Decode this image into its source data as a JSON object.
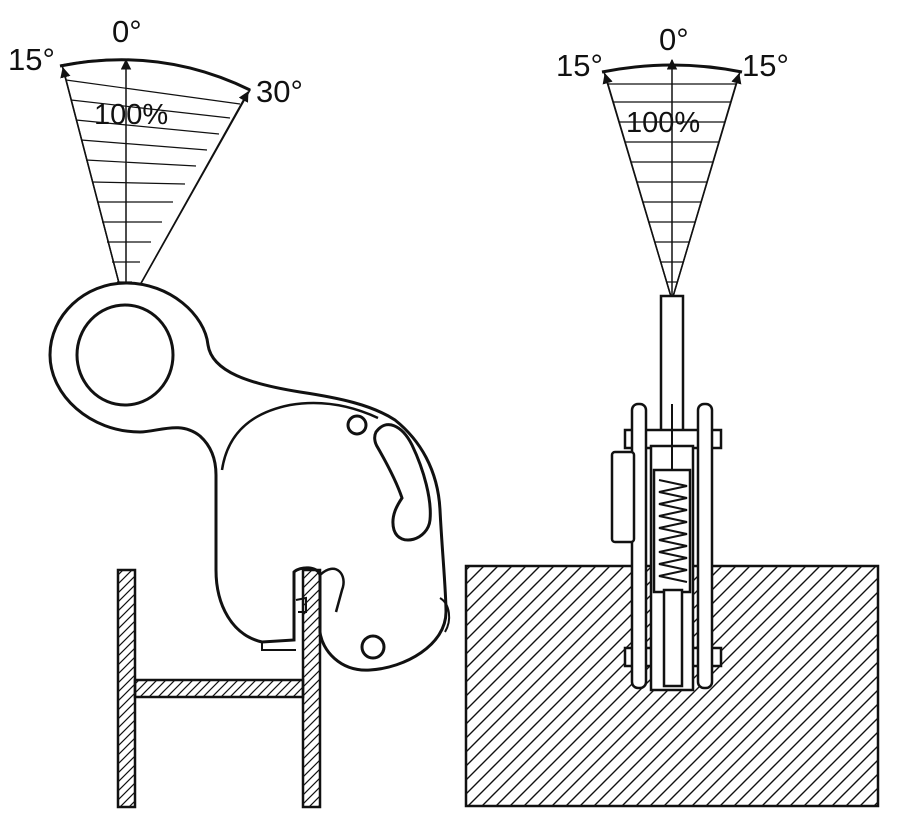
{
  "left_diagram": {
    "angle_left": "15°",
    "angle_top": "0°",
    "angle_right": "30°",
    "capacity": "100%"
  },
  "right_diagram": {
    "angle_left": "15°",
    "angle_top": "0°",
    "angle_right": "15°",
    "capacity": "100%"
  },
  "colors": {
    "line": "#111111",
    "background": "#ffffff"
  }
}
